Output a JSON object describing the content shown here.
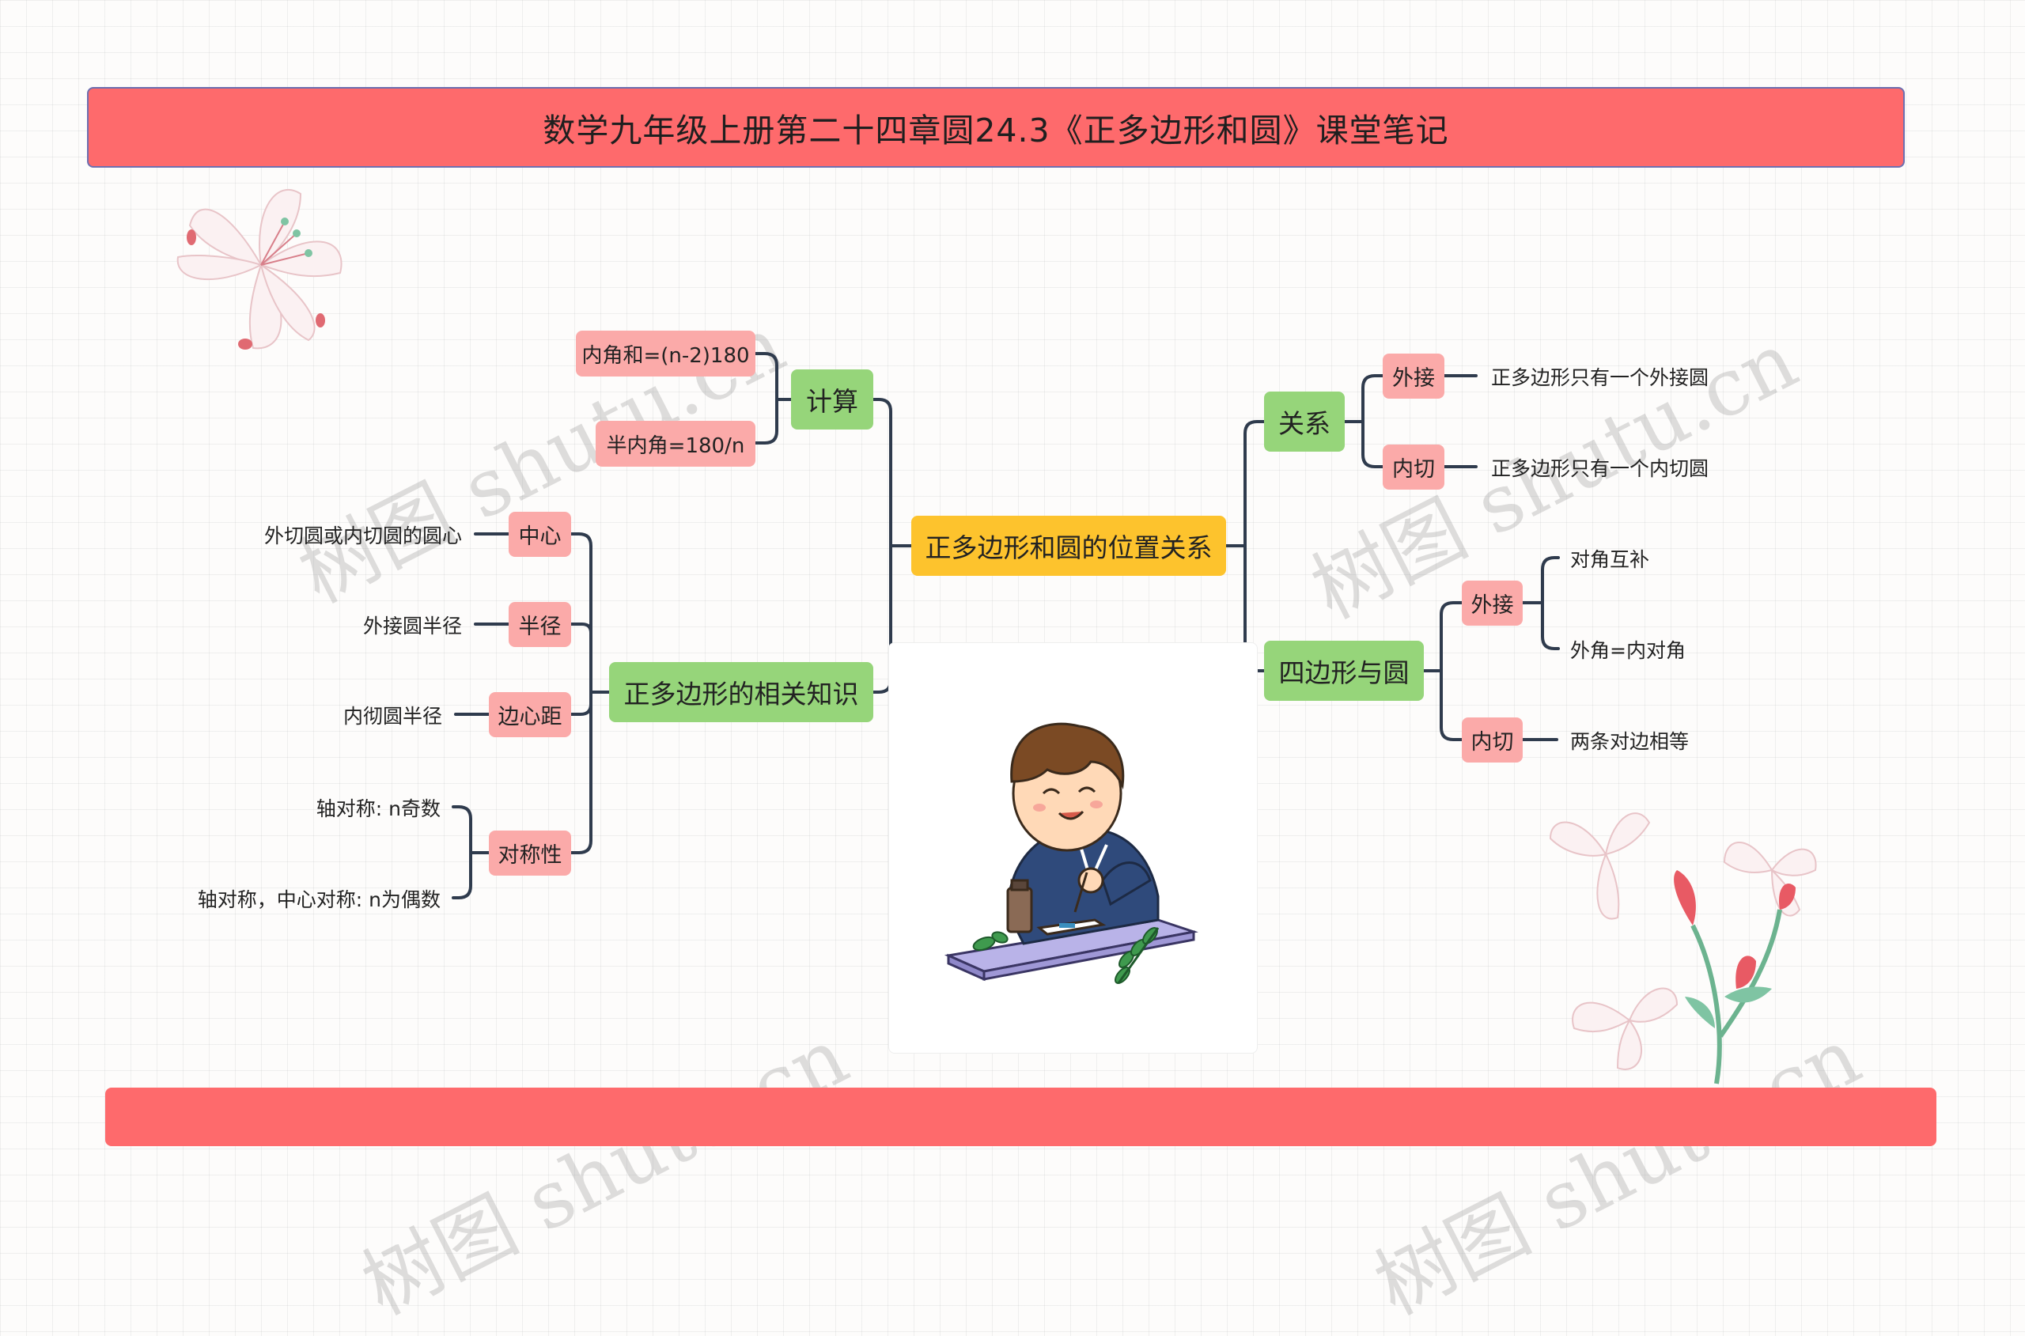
{
  "title": "数学九年级上册第二十四章圆24.3《正多边形和圆》课堂笔记",
  "watermark": "树图 shutu.cn",
  "root": "正多边形和圆的位置关系",
  "left": {
    "calc": {
      "label": "计算",
      "items": [
        "内角和=(n-2)180",
        "半内角=180/n"
      ]
    },
    "knowledge": {
      "label": "正多边形的相关知识",
      "items": [
        {
          "label": "中心",
          "leaves": [
            "外切圆或内切圆的圆心"
          ]
        },
        {
          "label": "半径",
          "leaves": [
            "外接圆半径"
          ]
        },
        {
          "label": "边心距",
          "leaves": [
            "内彻圆半径"
          ]
        },
        {
          "label": "对称性",
          "leaves": [
            "轴对称: n奇数",
            "轴对称，中心对称: n为偶数"
          ]
        }
      ]
    }
  },
  "right": {
    "relation": {
      "label": "关系",
      "items": [
        {
          "label": "外接",
          "leaves": [
            "正多边形只有一个外接圆"
          ]
        },
        {
          "label": "内切",
          "leaves": [
            "正多边形只有一个内切圆"
          ]
        }
      ]
    },
    "quad": {
      "label": "四边形与圆",
      "items": [
        {
          "label": "外接",
          "leaves": [
            "对角互补",
            "外角=内对角"
          ]
        },
        {
          "label": "内切",
          "leaves": [
            "两条对边相等"
          ]
        }
      ]
    }
  },
  "colors": {
    "banner": "#fe6a6c",
    "root": "#fdc32d",
    "level1": "#96d57a",
    "level2": "#fbaaa9",
    "line": "#2f3b4d"
  }
}
